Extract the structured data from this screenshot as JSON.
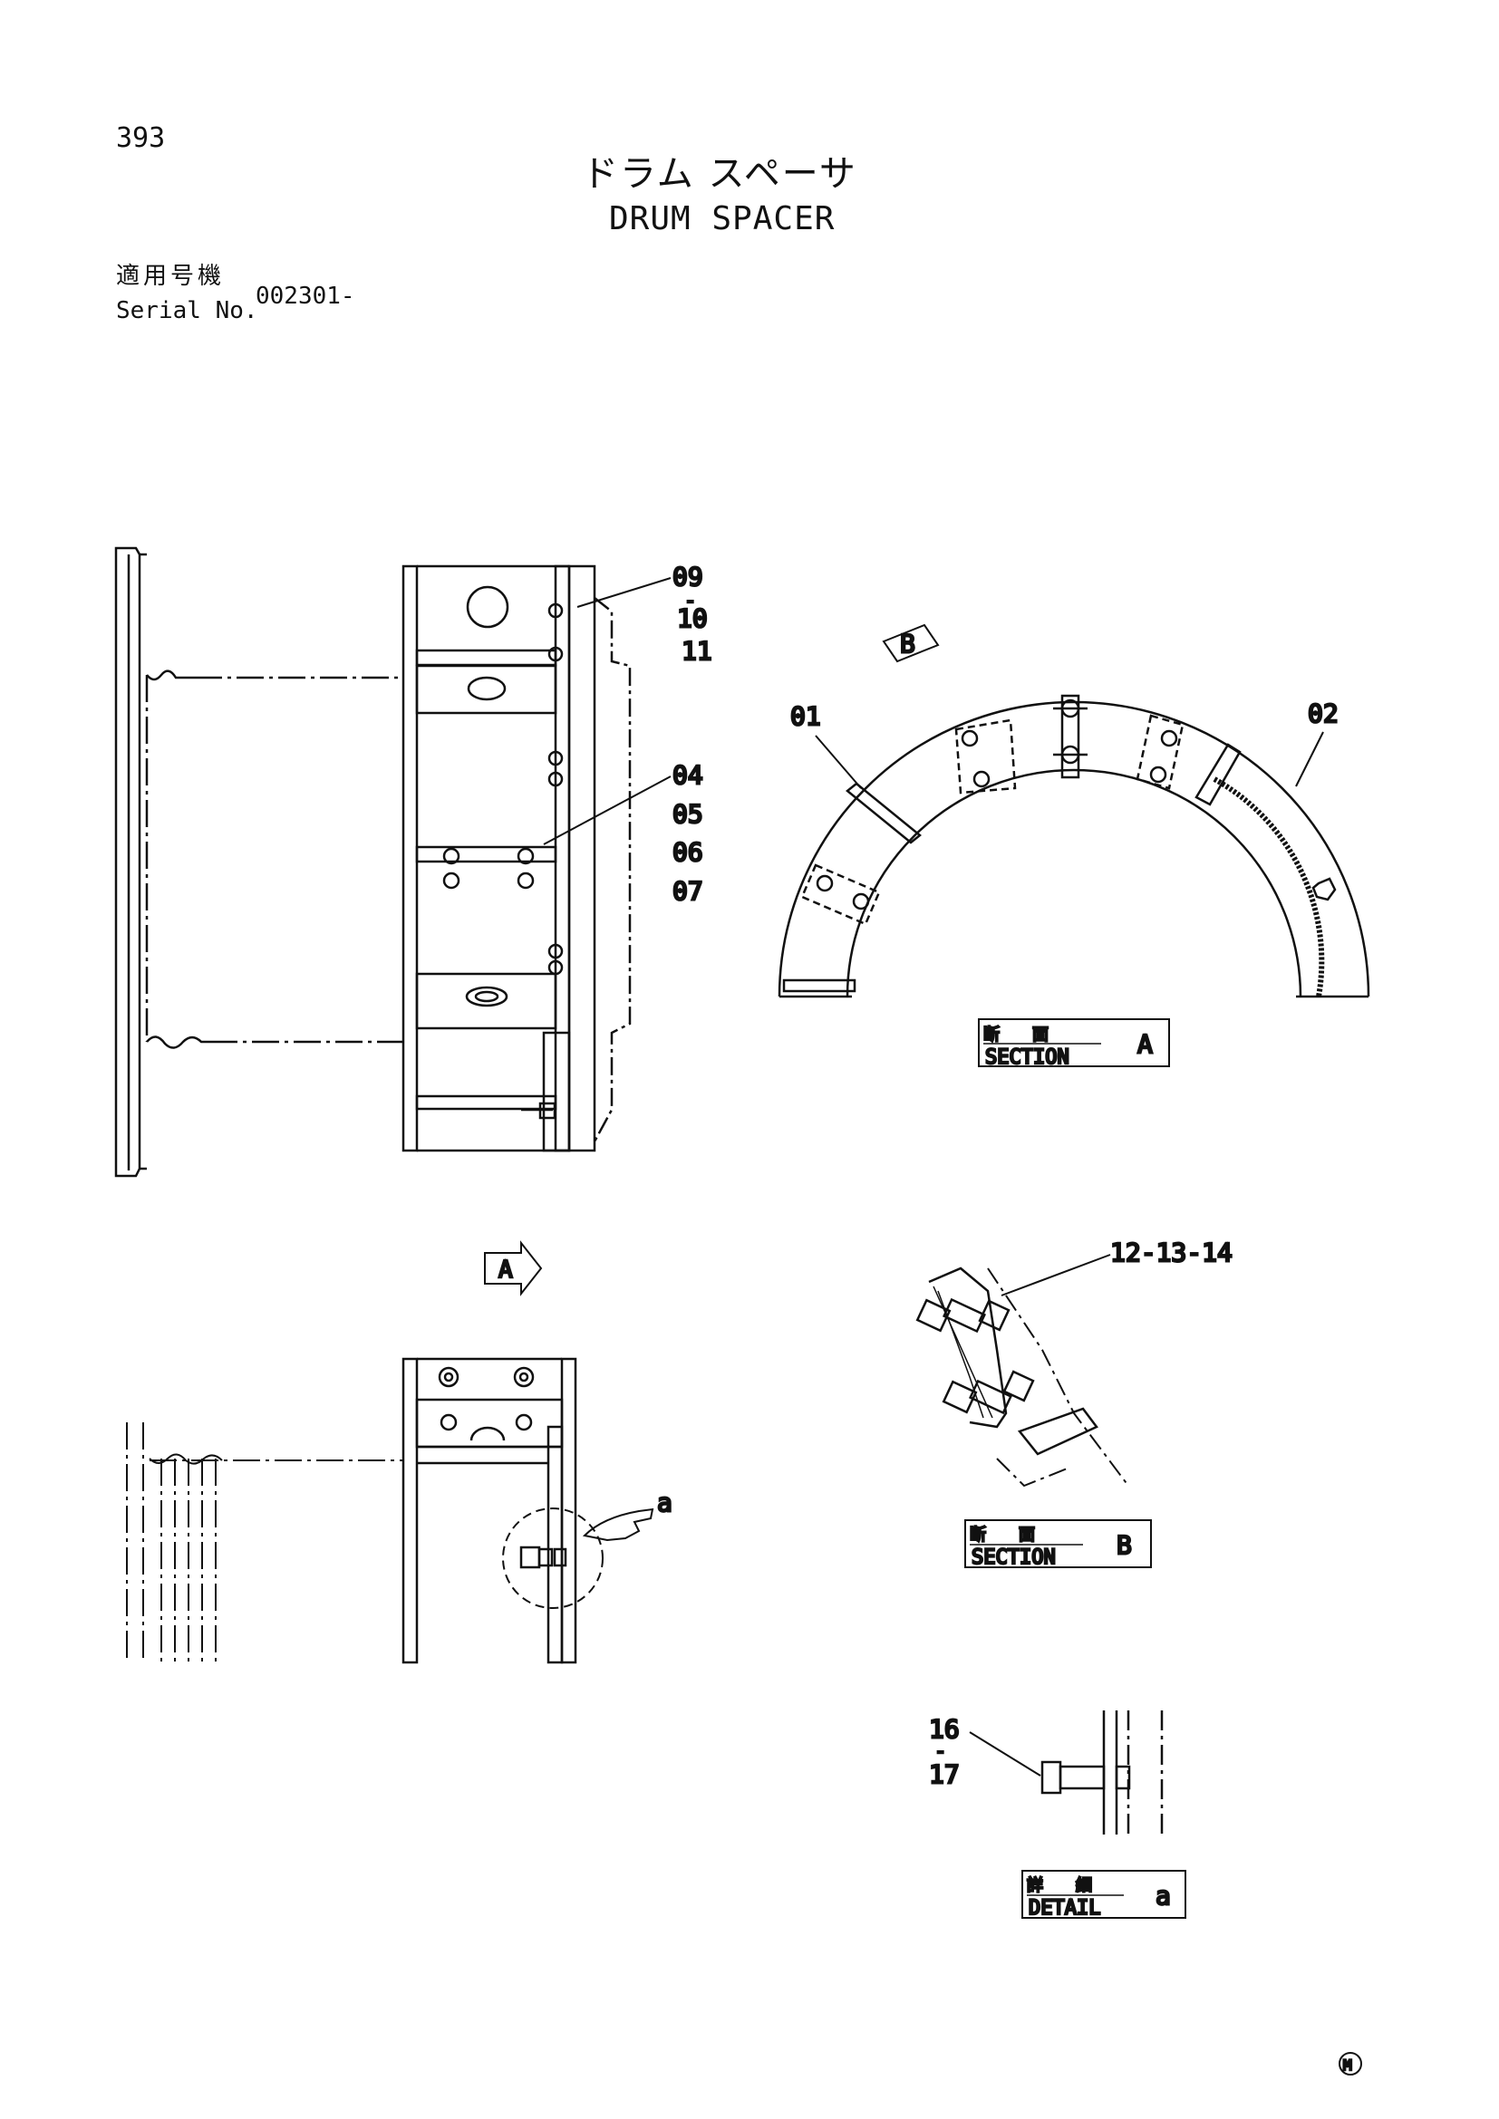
{
  "header": {
    "page_number": "393",
    "title_jp": "ドラム スペーサ",
    "title_en": "DRUM SPACER",
    "serial_label_jp": "適用号機",
    "serial_label_en": "Serial No.",
    "serial_value": "002301-"
  },
  "callouts": {
    "c09": "09",
    "c10": "10",
    "c11": "11",
    "c04": "04",
    "c05": "05",
    "c06": "06",
    "c07": "07",
    "c01": "01",
    "c02": "02",
    "c12": "12-13-14",
    "c16": "16",
    "c17": "17",
    "dash": "-"
  },
  "view_markers": {
    "b": "B",
    "a": "A",
    "detail_pointer": "a"
  },
  "section_labels": {
    "section_a_jp": "断　　面",
    "section_a_en": "SECTION",
    "section_a_id": "A",
    "section_b_jp": "断　　面",
    "section_b_en": "SECTION",
    "section_b_id": "B",
    "detail_a_jp": "詳　　細",
    "detail_a_en": "DETAIL",
    "detail_a_id": "a"
  },
  "footer": {
    "mark": "M"
  }
}
